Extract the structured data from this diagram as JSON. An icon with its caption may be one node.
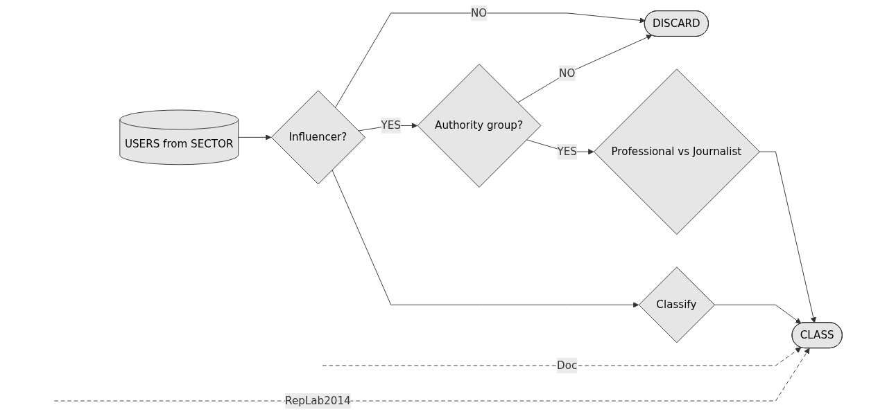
{
  "diagram": {
    "nodes": [
      {
        "text": [
          "USERS from SECTOR"
        ]
      },
      {
        "text": [
          "Influencer?"
        ]
      },
      {
        "text": [
          "DISCARD"
        ]
      },
      {
        "text": [
          "Authority group?"
        ]
      },
      {
        "text": [
          "Professional vs Journalist"
        ]
      },
      {
        "text": [
          "Classify"
        ]
      },
      {
        "text": [
          "CLASS"
        ]
      }
    ],
    "edges": [
      {
        "from": 0,
        "to": 1,
        "arrow": "to"
      },
      {
        "from": 1,
        "to": 2,
        "label": "NO",
        "arrow": "to"
      },
      {
        "from": 1,
        "to": 3,
        "label": "YES",
        "arrow": "to"
      },
      {
        "from": 3,
        "to": 2,
        "label": "NO",
        "arrow": "to"
      },
      {
        "from": 3,
        "to": 4,
        "label": "YES",
        "arrow": "to"
      },
      {
        "from": 1,
        "to": 5,
        "arrow": "to"
      },
      {
        "from": 4,
        "to": 6,
        "arrow": "to"
      },
      {
        "from": 5,
        "to": 6,
        "arrow": "to"
      },
      {
        "from": null,
        "to": 6,
        "label": "Doc",
        "arrow": "to",
        "style": "dashed"
      },
      {
        "from": null,
        "to": 6,
        "label": "RepLab2014",
        "arrow": "to",
        "style": "dashed"
      }
    ]
  }
}
